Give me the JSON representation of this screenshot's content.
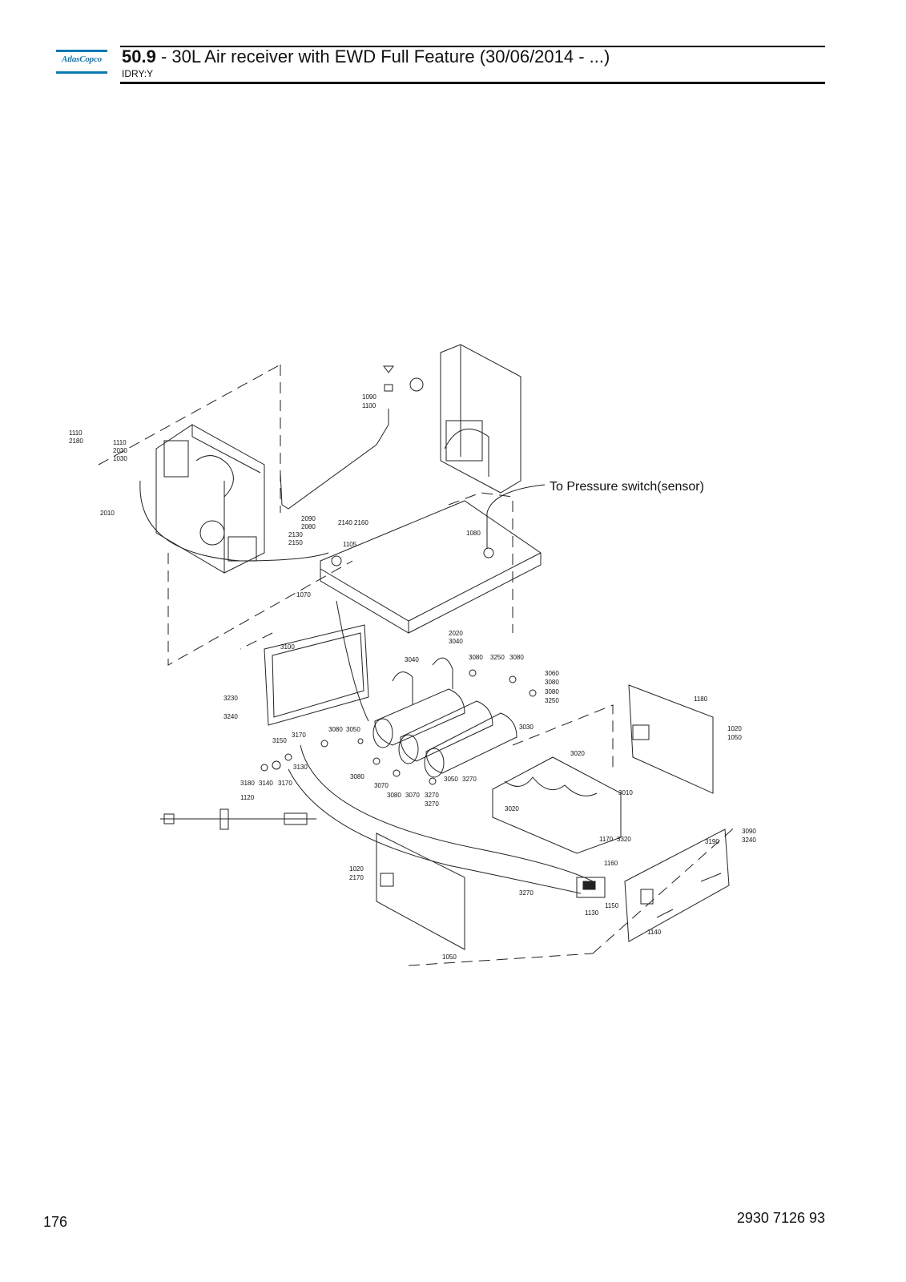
{
  "header": {
    "logo_text": "AtlasCopco",
    "section_number": "50.9",
    "section_title": " - 30L Air receiver with EWD Full Feature (30/06/2014 - ...)",
    "subtitle": "IDRY:Y"
  },
  "drawing": {
    "callout_note": "To Pressure switch(sensor)",
    "labels": [
      "1110",
      "2180",
      "1110",
      "2030",
      "1030",
      "2010",
      "1090",
      "1100",
      "2090",
      "2080",
      "2140",
      "2160",
      "2130",
      "2150",
      "1105",
      "1080",
      "1070",
      "2020",
      "3040",
      "3100",
      "3040",
      "3080",
      "3250",
      "3080",
      "3060",
      "3080",
      "3080",
      "3250",
      "1180",
      "3230",
      "3240",
      "3080",
      "3050",
      "3030",
      "1020",
      "1050",
      "3170",
      "3150",
      "3130",
      "3020",
      "3080",
      "3070",
      "3050",
      "3270",
      "3180",
      "3140",
      "3170",
      "3080",
      "3070",
      "3270",
      "3270",
      "3010",
      "1120",
      "3020",
      "3090",
      "3240",
      "3190",
      "1170",
      "3320",
      "1160",
      "1020",
      "2170",
      "3270",
      "1150",
      "1130",
      "1140",
      "1050"
    ]
  },
  "footer": {
    "page_number": "176",
    "document_number": "2930 7126 93"
  }
}
